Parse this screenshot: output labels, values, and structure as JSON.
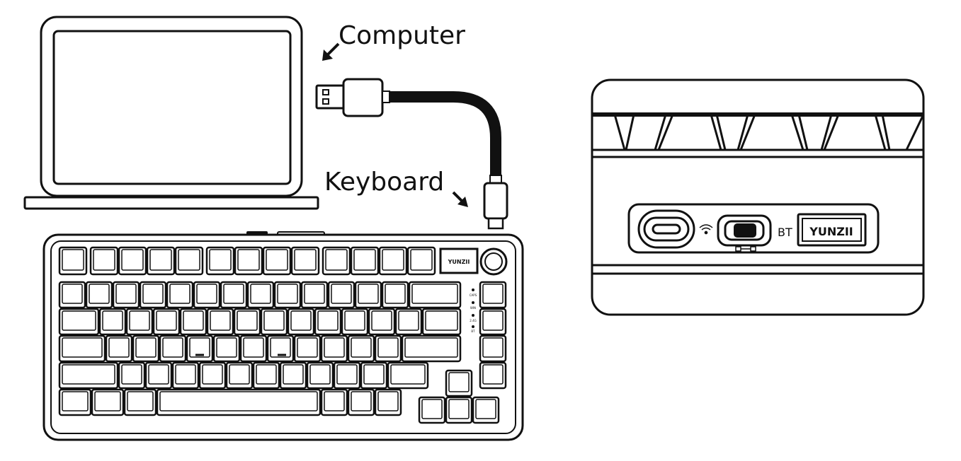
{
  "labels": {
    "computer": "Computer",
    "keyboard": "Keyboard"
  },
  "keyboard": {
    "brand_badge": "YUNZII",
    "side_indicators": [
      "CAPS",
      "WIN",
      "2.4G",
      "BT"
    ]
  },
  "side_panel": {
    "brand": "YUNZII",
    "mode_label": "BT",
    "icons": [
      "usb-c-port-icon",
      "wifi-icon",
      "mode-switch-icon",
      "cable-icon"
    ]
  },
  "colors": {
    "line": "#111111",
    "background": "#ffffff"
  }
}
